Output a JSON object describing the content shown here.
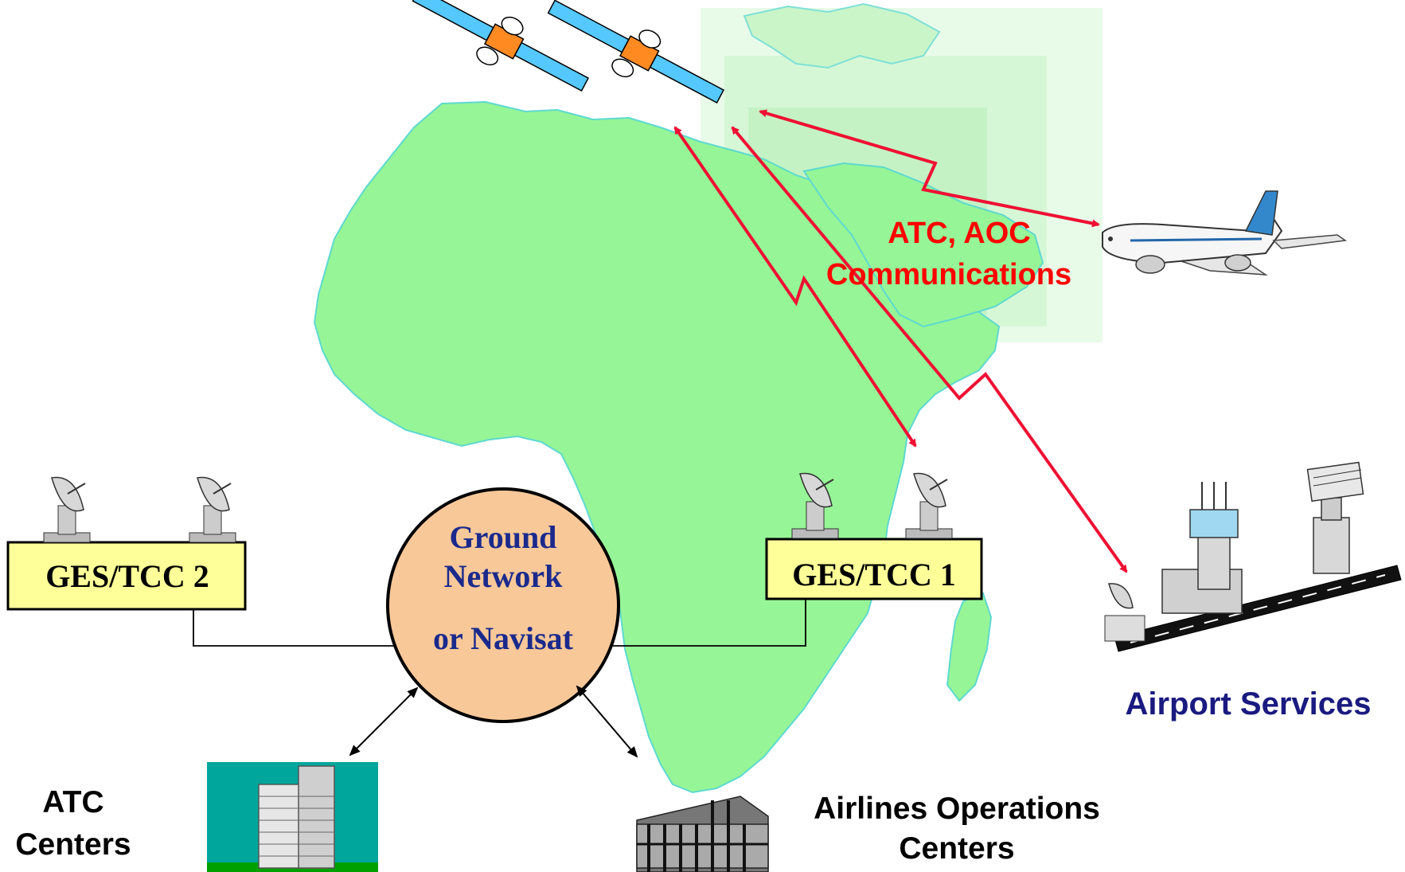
{
  "diagram": {
    "hub": {
      "line1": "Ground",
      "line2": "Network",
      "line3": "or Navisat"
    },
    "stations": [
      {
        "label": "GES/TCC 2"
      },
      {
        "label": "GES/TCC 1"
      }
    ],
    "comm_label": {
      "line1": "ATC, AOC",
      "line2": "Communications"
    },
    "airport_label": "Airport Services",
    "atc_label": {
      "line1": "ATC",
      "line2": "Centers"
    },
    "airlines_label": {
      "line1": "Airlines Operations",
      "line2": "Centers"
    }
  },
  "colors": {
    "land": "#96f596",
    "land_outline": "#5ed9d0",
    "link_red": "#ee1133",
    "hub_fill": "#f9c899",
    "station_fill": "#ffff99",
    "building_bg": "#00a69c",
    "grass": "#00a000"
  },
  "icons": [
    "satellite-icon",
    "airplane-icon",
    "dish-antenna-icon",
    "control-tower-icon",
    "radar-icon",
    "office-building-icon",
    "operations-building-icon"
  ]
}
